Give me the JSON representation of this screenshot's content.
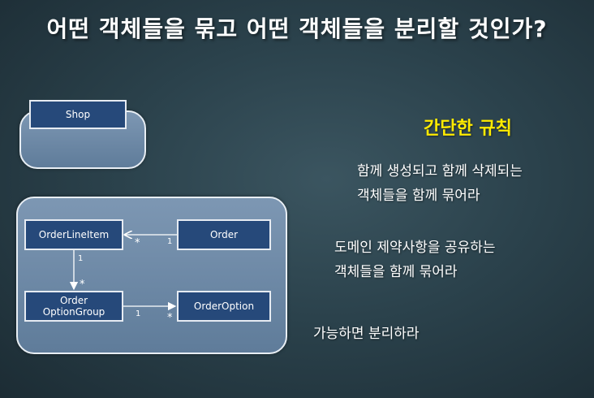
{
  "title": "어떤 객체들을 묶고 어떤 객체들을 분리할 것인가?",
  "diagram": {
    "nodes": {
      "shop": "Shop",
      "order_line_item": "OrderLineItem",
      "order": "Order",
      "order_option_group_line1": "Order",
      "order_option_group_line2": "OptionGroup",
      "order_option": "OrderOption"
    },
    "multiplicities": {
      "order_to_line_item_one": "1",
      "order_to_line_item_many": "*",
      "line_item_to_group_one": "1",
      "line_item_to_group_many": "*",
      "group_to_option_one": "1",
      "group_to_option_many": "*"
    }
  },
  "rules": {
    "heading": "간단한 규칙",
    "rule1_line1": "함께 생성되고 함께 삭제되는",
    "rule1_line2": "객체들을 함께 묶어라",
    "rule2_line1": "도메인 제약사항을 공유하는",
    "rule2_line2": "객체들을 함께 묶어라",
    "rule3": "가능하면 분리하라"
  },
  "colors": {
    "heading": "#ffeb00",
    "node_fill": "#26497a",
    "group_fill": "#6f8aa8"
  }
}
